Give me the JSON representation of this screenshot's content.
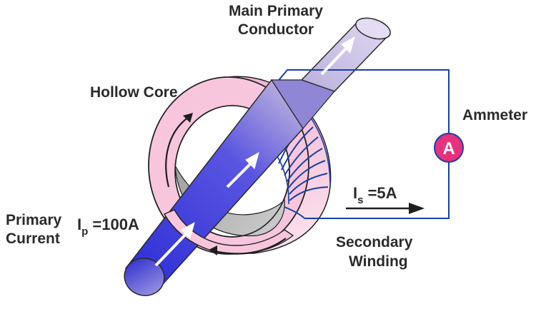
{
  "labels": {
    "main_primary_conductor_line1": "Main Primary",
    "main_primary_conductor_line2": "Conductor",
    "hollow_core": "Hollow Core",
    "ammeter": "Ammeter",
    "primary_current_line1": "Primary",
    "primary_current_line2": "Current",
    "secondary_winding_line1": "Secondary",
    "secondary_winding_line2": "Winding"
  },
  "primary_current": {
    "symbol": "I",
    "subscript": "p",
    "value": " =100A"
  },
  "secondary_current": {
    "symbol": "I",
    "subscript": "s",
    "value": " =5A"
  },
  "ammeter_symbol": "A",
  "colors": {
    "core_pink": "#f7c6dd",
    "core_outline": "#222222",
    "conductor_blue": "#3a3adf",
    "conductor_light": "#cfc6e6",
    "winding_wire": "#1a3fa6",
    "ammeter_fill": "#e6327d",
    "arrow_white": "#ffffff",
    "arrow_dark": "#1e1e1e"
  }
}
